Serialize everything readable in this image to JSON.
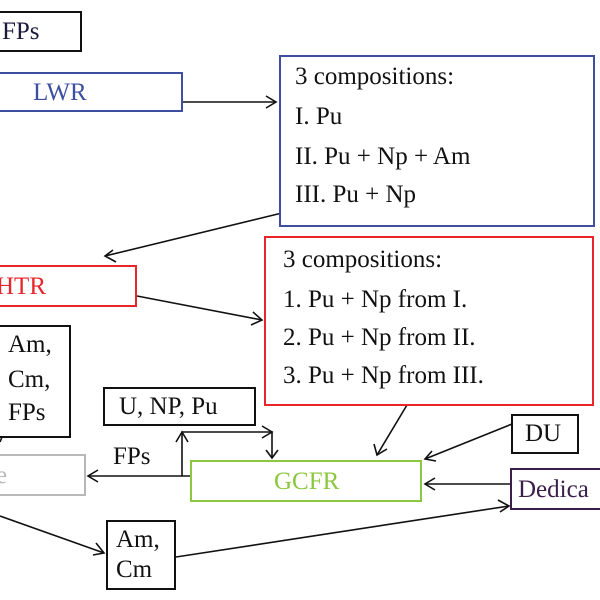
{
  "diagram": {
    "nodes": {
      "fps_top": {
        "label": "FPs"
      },
      "lwr": {
        "label": "LWR",
        "color": "#3c4fa0"
      },
      "lwr_compositions": {
        "title": "3 compositions:",
        "items": [
          "I. Pu",
          "II. Pu + Np + Am",
          "III. Pu + Np"
        ],
        "color": "#3c4fa0"
      },
      "htr": {
        "label": "HTR",
        "color": "#e8252b"
      },
      "htr_compositions": {
        "title": "3 compositions:",
        "items": [
          "1. Pu + Np from I.",
          "2. Pu + Np from II.",
          "3. Pu + Np from III."
        ],
        "color": "#e8252b"
      },
      "am_cm_fps": {
        "lines": [
          "Am,",
          "Cm,",
          "FPs"
        ]
      },
      "u_np_pu": {
        "label": "U, NP, Pu"
      },
      "storage": {
        "label": "e",
        "color": "#b8b8b8"
      },
      "fps_edge_label": {
        "label": "FPs"
      },
      "gcfr": {
        "label": "GCFR",
        "color": "#8dc63f"
      },
      "du": {
        "label": "DU"
      },
      "dedicated": {
        "label": "Dedica",
        "color": "#3b1f4a"
      },
      "am_cm": {
        "lines": [
          "Am,",
          "Cm"
        ]
      }
    }
  }
}
